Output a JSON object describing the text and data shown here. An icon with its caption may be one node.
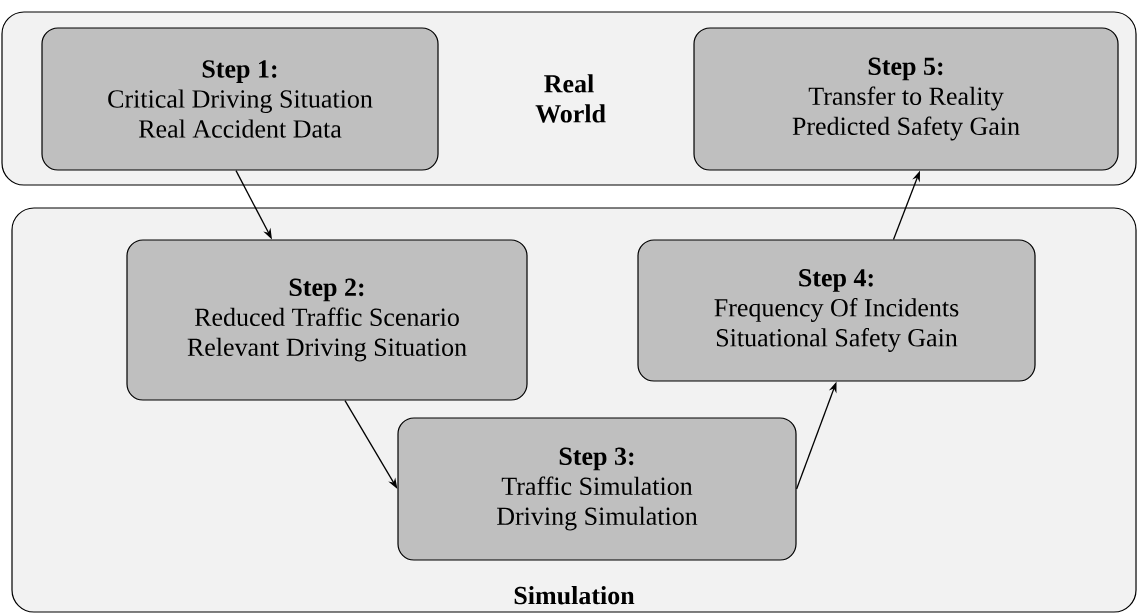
{
  "diagram": {
    "nodes": [
      {
        "text": [
          "Real World"
        ]
      },
      {
        "text": [
          "Step 1:",
          "Critical Driving Situation Real Accident Data"
        ],
        "in": 0
      },
      {
        "text": [
          "Step 5:",
          "Transfer to Reality Predicted Safety Gain"
        ],
        "in": 0
      },
      {
        "text": [
          "Simulation"
        ]
      },
      {
        "text": [
          "Step 2:",
          "Reduced Traffic Scenario Relevant Driving Situation"
        ],
        "in": 3
      },
      {
        "text": [
          "Step 4:",
          "Frequency Of Incidents Situational Safety Gain"
        ],
        "in": 3
      },
      {
        "text": [
          "Step 3:",
          "Traffic Simulation Driving Simulation"
        ],
        "in": 3
      }
    ],
    "edges": [
      {
        "from": 1,
        "to": 4,
        "arrow": "to"
      },
      {
        "from": 4,
        "to": 6,
        "arrow": "to"
      },
      {
        "from": 6,
        "to": 5,
        "arrow": "to"
      },
      {
        "from": 5,
        "to": 2,
        "arrow": "to"
      }
    ]
  }
}
